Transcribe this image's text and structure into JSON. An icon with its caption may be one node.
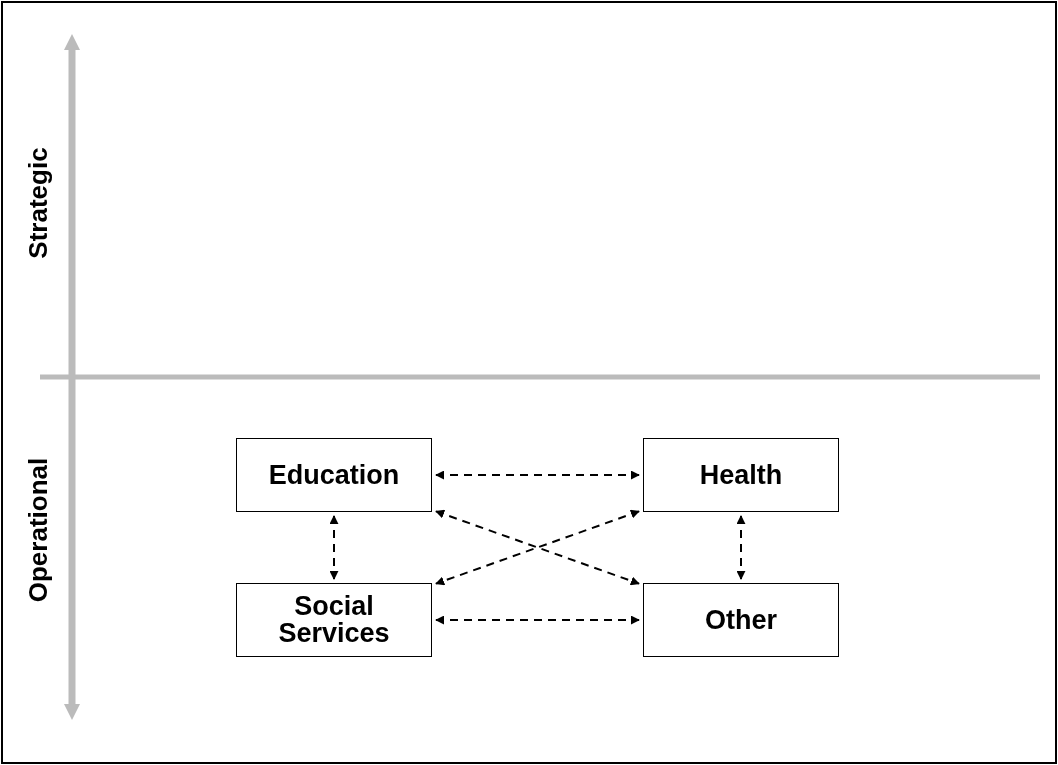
{
  "diagram": {
    "nodes": [
      {
        "text": [
          "Education"
        ]
      },
      {
        "text": [
          "Health"
        ]
      },
      {
        "text": [
          "Social Services"
        ]
      },
      {
        "text": [
          "Other"
        ]
      }
    ],
    "edges": [
      {
        "from": 0,
        "to": 1,
        "arrow": "both",
        "style": "dashed"
      },
      {
        "from": 0,
        "to": 2,
        "arrow": "both",
        "style": "dashed"
      },
      {
        "from": 0,
        "to": 3,
        "arrow": "both",
        "style": "dashed"
      },
      {
        "from": 1,
        "to": 2,
        "arrow": "both",
        "style": "dashed"
      },
      {
        "from": 1,
        "to": 3,
        "arrow": "both",
        "style": "dashed"
      },
      {
        "from": 2,
        "to": 3,
        "arrow": "both",
        "style": "dashed"
      }
    ],
    "labels": [
      "Strategic",
      "Operational"
    ]
  }
}
